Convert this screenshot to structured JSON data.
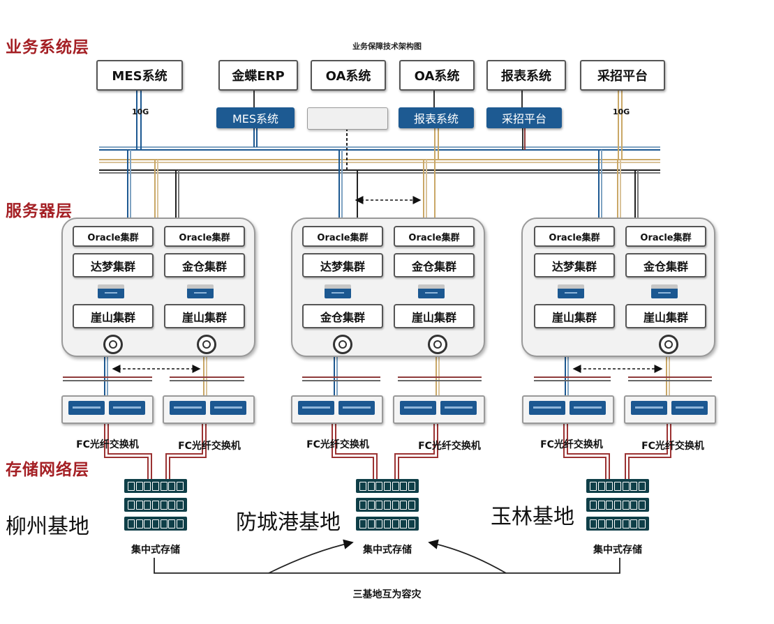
{
  "diagram_title": "业务保障技术架构图",
  "layers": {
    "business": "业务系统层",
    "server": "服务器层",
    "storage_network": "存储网络层"
  },
  "systems": [
    "MES系统",
    "金蝶ERP",
    "OA系统",
    "OA系统",
    "报表系统",
    "采招平台"
  ],
  "sub_systems": [
    "MES系统",
    "",
    "报表系统",
    "采招平台"
  ],
  "bandwidth": [
    "10G",
    "10G"
  ],
  "sites": [
    {
      "name": "柳州基地",
      "clusters": [
        "Oracle集群",
        "Oracle集群",
        "达梦集群",
        "金仓集群",
        "崖山集群",
        "崖山集群"
      ],
      "switch_labels": [
        "FC光纤交换机",
        "FC光纤交换机"
      ],
      "storage_label": "集中式存储"
    },
    {
      "name": "防城港基地",
      "clusters": [
        "Oracle集群",
        "Oracle集群",
        "达梦集群",
        "金仓集群",
        "金仓集群",
        "崖山集群"
      ],
      "switch_labels": [
        "FC光纤交换机",
        "FC光纤交换机"
      ],
      "storage_label": "集中式存储"
    },
    {
      "name": "玉林基地",
      "clusters": [
        "Oracle集群",
        "Oracle集群",
        "达梦集群",
        "金仓集群",
        "崖山集群",
        "崖山集群"
      ],
      "switch_labels": [
        "FC光纤交换机",
        "FC光纤交换机"
      ],
      "storage_label": "集中式存储"
    }
  ],
  "footer": "三基地互为容灾",
  "colors": {
    "layer_label": "#a41f24",
    "accent_blue": "#1d5a92",
    "storage": "#0f3f48",
    "line_gold": "#c9a766",
    "line_red": "#8e3a3a"
  }
}
